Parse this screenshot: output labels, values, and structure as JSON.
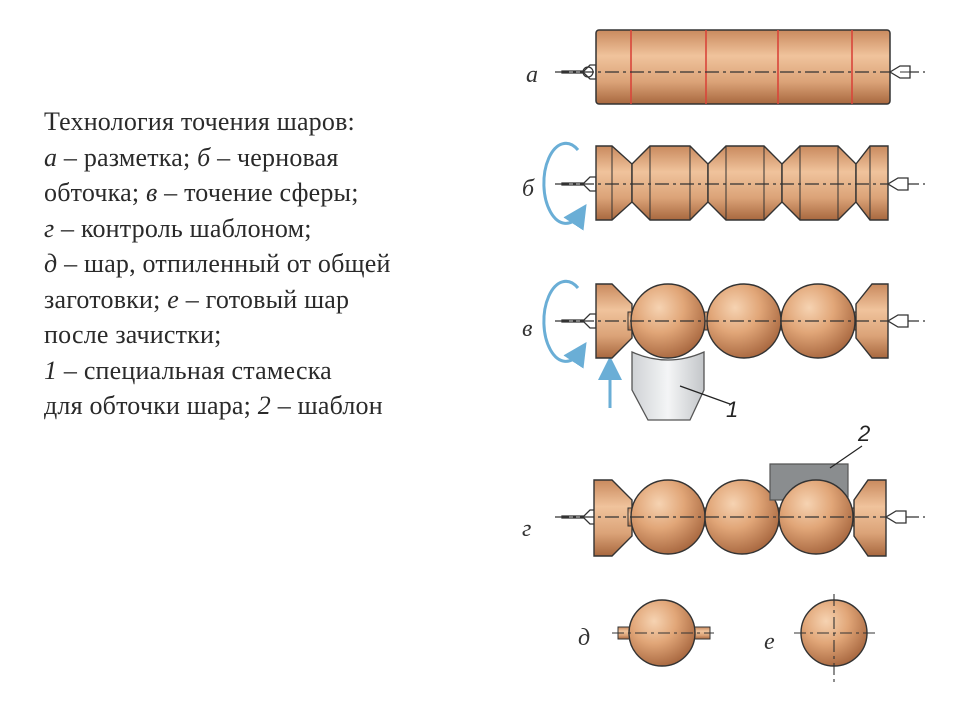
{
  "caption": {
    "title": "Технология точения шаров:",
    "items": [
      {
        "key": "а",
        "text": "разметка;"
      },
      {
        "key": "б",
        "text": "черновая обточка;"
      },
      {
        "key": "в",
        "text": "точение сферы;"
      },
      {
        "key": "г",
        "text": "контроль шаблоном;"
      },
      {
        "key": "д",
        "text": "шар, отпиленный от общей заготовки;"
      },
      {
        "key": "е",
        "text": "готовый шар после зачистки;"
      },
      {
        "key": "1",
        "text": "специальная стамеска для обточки шара;"
      },
      {
        "key": "2",
        "text": "шаблон"
      }
    ],
    "dash": "–"
  },
  "panels": {
    "a": "а",
    "b": "б",
    "v": "в",
    "g": "г",
    "d": "д",
    "e": "е"
  },
  "callouts": {
    "chisel": "1",
    "template": "2"
  },
  "colors": {
    "wood_light": "#e9b48a",
    "wood_dark": "#9a5a34",
    "marking_lines": "#d9453a",
    "rotation_arrow": "#6aaed6",
    "chisel": "#e4e6e8",
    "template": "#8a8d8f"
  }
}
